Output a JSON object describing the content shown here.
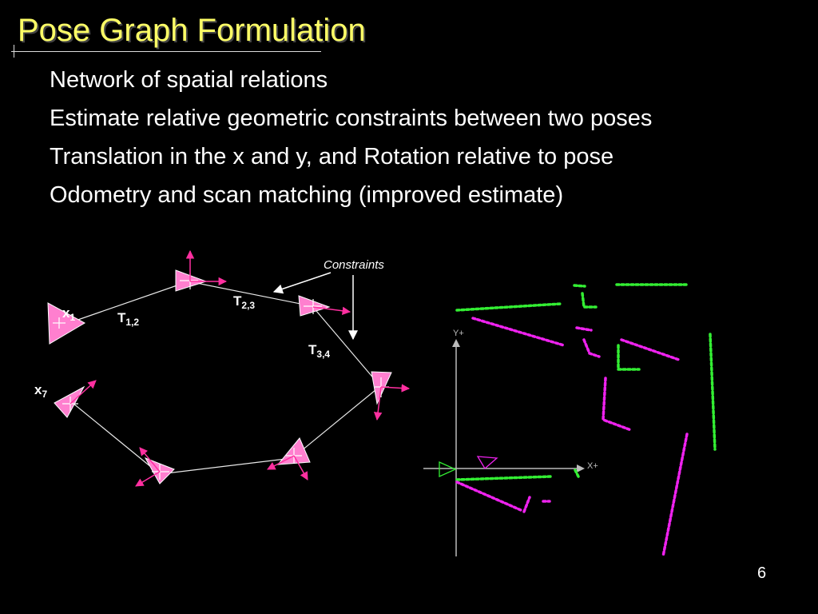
{
  "slide": {
    "title": "Pose Graph Formulation",
    "bullets": [
      "Network of spatial relations",
      "Estimate relative geometric constraints between two poses",
      "Translation in the x and y, and Rotation relative to pose",
      "Odometry and scan matching (improved estimate)"
    ],
    "page_number": "6"
  },
  "diagram": {
    "constraints_label": "Constraints",
    "nodes": [
      {
        "symbol": "x",
        "subscript": "1"
      },
      {
        "symbol": "x",
        "subscript": "7"
      }
    ],
    "edges": [
      {
        "symbol": "T",
        "subscript": "1,2"
      },
      {
        "symbol": "T",
        "subscript": "2,3"
      },
      {
        "symbol": "T",
        "subscript": "3,4"
      }
    ]
  },
  "scan_view": {
    "y_axis_label": "Y+",
    "x_axis_label": "X+"
  },
  "colors": {
    "title": "#ffff66",
    "pose": "#ff7fcf",
    "axis_arrow": "#ff2fa0",
    "scan_green": "#33ee33",
    "scan_magenta": "#ee22ee"
  }
}
